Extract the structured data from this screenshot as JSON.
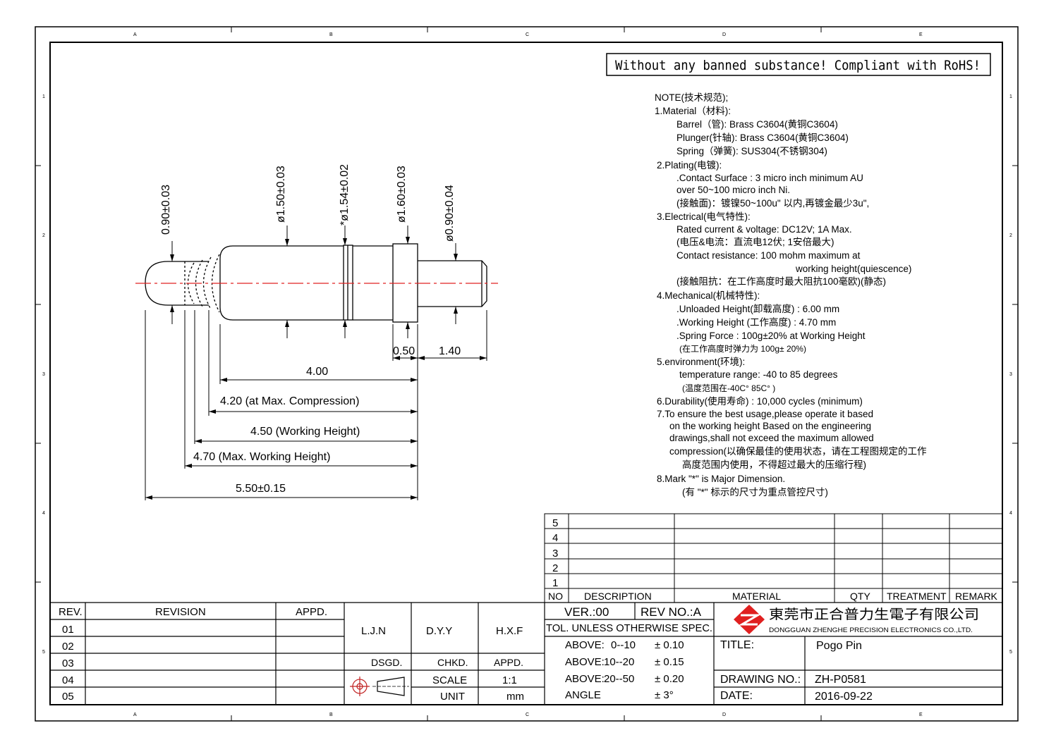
{
  "frame": {
    "zones_top": [
      "A",
      "B",
      "C",
      "D",
      "E"
    ],
    "zones_side": [
      "1",
      "2",
      "3",
      "4",
      "5"
    ]
  },
  "rohs_banner": "Without any banned substance! Compliant with RoHS!",
  "notes": [
    "NOTE(技术规范);",
    "1.Material（材料):",
    "Barrel（管): Brass C3604(黄铜C3604)",
    "Plunger(针轴): Brass C3604(黄铜C3604)",
    "Spring（弹簧): SUS304(不锈钢304)",
    "2.Plating(电镀):",
    ".Contact Surface : 3 micro inch minimum AU",
    "over 50~100 micro inch Ni.",
    "(接触面)：镀镍50~100u\" 以内,再镀金最少3u\",",
    "3.Electrical(电气特性):",
    "Rated current & voltage: DC12V; 1A Max.",
    "(电压&电流：直流电12伏; 1安倍最大)",
    "Contact resistance: 100 mohm maximum at",
    "working height(quiescence)",
    "(接触阻抗：在工作高度时最大阻抗100毫欧)(静态)",
    "4.Mechanical(机械特性):",
    ".Unloaded Height(卸载高度) : 6.00 mm",
    ".Working Height (工作高度) : 4.70 mm",
    ".Spring Force : 100g±20% at Working Height",
    "(在工作高度时弹力为 100g± 20%)",
    "5.environment(环境):",
    "temperature range: -40 to 85 degrees",
    "(温度范围在-40C° 85C° )",
    "6.Durability(使用寿命) : 10,000 cycles (minimum)",
    "7.To ensure the best usage,please operate it based",
    "on the working height Based on the engineering",
    "drawings,shall not exceed the maximum allowed",
    "compression(以确保最佳的使用状态，请在工程图规定的工作",
    "高度范围内使用，不得超过最大的压缩行程)",
    "8.Mark \"*\" is Major Dimension.",
    "(有 \"*\" 标示的尺寸为重点管控尺寸)"
  ],
  "dimensions": {
    "d_tip": "0.90±0.03",
    "d_barrel": "ø1.50±0.03",
    "d_groove": "*ø1.54±0.02",
    "d_collar": "ø1.60±0.03",
    "d_tail": "ø0.90±0.04",
    "l_collar": "0.50",
    "l_tail": "1.40",
    "l_barrel": "4.00",
    "l_maxcomp": "4.20 (at Max. Compression)",
    "l_working": "4.50 (Working Height)",
    "l_maxworking": "4.70 (Max. Working Height)",
    "l_total": "5.50±0.15"
  },
  "bom": {
    "rows": [
      "5",
      "4",
      "3",
      "2",
      "1"
    ],
    "headers": [
      "NO",
      "DESCRIPTION",
      "MATERIAL",
      "QTY",
      "TREATMENT",
      "REMARK"
    ]
  },
  "revision": {
    "headers": [
      "REV.",
      "REVISION",
      "APPD."
    ],
    "rows": [
      "01",
      "02",
      "03",
      "04",
      "05"
    ]
  },
  "signoff": {
    "names": [
      "L.J.N",
      "D.Y.Y",
      "H.X.F"
    ],
    "roles": [
      "DSGD.",
      "CHKD.",
      "APPD."
    ],
    "scale_label": "SCALE",
    "scale_value": "1:1",
    "unit_label": "UNIT",
    "unit_value": "mm"
  },
  "version": {
    "ver": "VER.:00",
    "rev": "REV NO.:A"
  },
  "tolerance": {
    "title": "TOL. UNLESS OTHERWISE SPEC.",
    "rows": [
      [
        "ABOVE:",
        "0--10",
        "± 0.10"
      ],
      [
        "ABOVE:",
        "10--20",
        "± 0.15"
      ],
      [
        "ABOVE:",
        "20--50",
        "± 0.20"
      ],
      [
        "ANGLE",
        "",
        "± 3°"
      ]
    ]
  },
  "company": {
    "name_cn": "東莞市正合普力生電子有限公司",
    "name_en": "DONGGUAN ZHENGHE PRECISION ELECTRONICS CO.,LTD.",
    "logo_color": "#e02020"
  },
  "title_block": {
    "title_label": "TITLE:",
    "title_value": "Pogo Pin",
    "drawing_label": "DRAWING NO.:",
    "drawing_value": "ZH-P0581",
    "date_label": "DATE:",
    "date_value": "2016-09-22"
  },
  "centerline_color": "#e02020"
}
